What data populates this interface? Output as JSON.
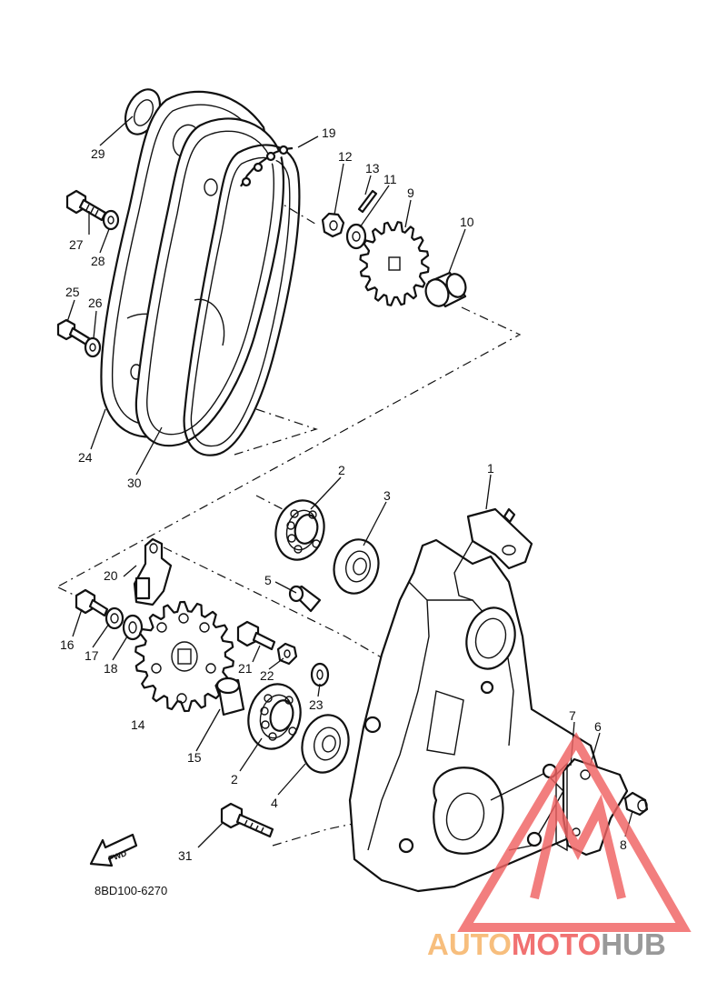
{
  "diagram": {
    "code": "8BD100-6270",
    "fwd_label": "FWD",
    "labels": {
      "p1": "1",
      "p2a": "2",
      "p2b": "2",
      "p3": "3",
      "p4": "4",
      "p5": "5",
      "p6": "6",
      "p7": "7",
      "p8": "8",
      "p9": "9",
      "p10": "10",
      "p11": "11",
      "p12": "12",
      "p13": "13",
      "p14": "14",
      "p15": "15",
      "p16": "16",
      "p17": "17",
      "p18": "18",
      "p19": "19",
      "p20": "20",
      "p21": "21",
      "p22": "22",
      "p23": "23",
      "p24": "24",
      "p25": "25",
      "p26": "26",
      "p27": "27",
      "p28": "28",
      "p29": "29",
      "p30": "30",
      "p31": "31"
    }
  },
  "watermark": {
    "part1": "AUTO",
    "part2": "MOTO",
    "part3": "HUB",
    "color_orange": "#f7b870",
    "color_red": "#f06262",
    "color_gray": "#8e8e8e"
  }
}
